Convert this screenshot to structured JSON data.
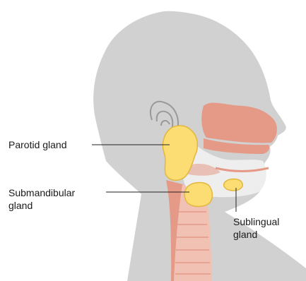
{
  "labels": {
    "parotid": [
      "Parotid gland"
    ],
    "submandibular": [
      "Submandibular",
      "gland"
    ],
    "sublingual": [
      "Sublingual",
      "gland"
    ]
  },
  "colors": {
    "head": "#d1d1d1",
    "tissue": "#e59a87",
    "tissue_light": "#f1c2b3",
    "gland": "#fbdd73",
    "gland_outline": "#e3b73c",
    "bone": "#eeeeee",
    "ear_line": "#999999",
    "leader": "#222222"
  },
  "icons": [
    "ear",
    "parotid-gland",
    "submandibular-gland",
    "sublingual-gland",
    "trachea",
    "mandible"
  ]
}
